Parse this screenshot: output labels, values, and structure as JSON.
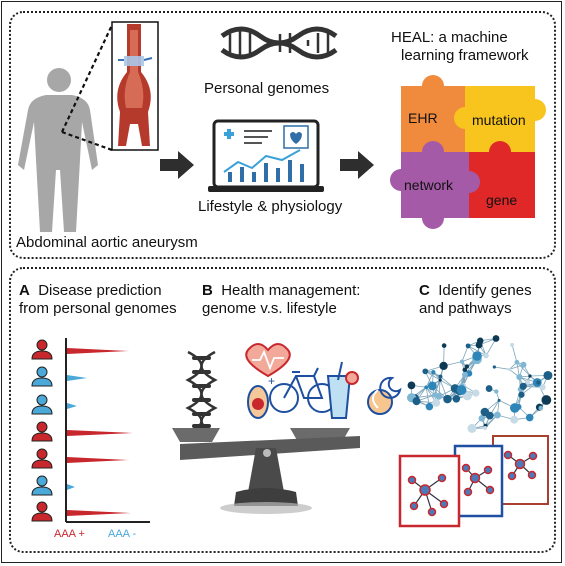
{
  "top": {
    "aaa_label": "Abdominal aortic aneurysm",
    "genomes_label": "Personal genomes",
    "lifestyle_label": "Lifestyle & physiology",
    "heal_title_line1": "HEAL: a machine",
    "heal_title_line2": "learning framework",
    "puzzle": {
      "ehr": "EHR",
      "mutation": "mutation",
      "network": "network",
      "gene": "gene"
    }
  },
  "bottom": {
    "panel_a": {
      "letter": "A",
      "line1": "Disease prediction",
      "line2": "from personal genomes",
      "legend_pos": "AAA +",
      "legend_neg": "AAA -"
    },
    "panel_b": {
      "letter": "B",
      "line1": "Health management:",
      "line2": "genome v.s. lifestyle"
    },
    "panel_c": {
      "letter": "C",
      "line1": "Identify genes",
      "line2": "and pathways"
    }
  },
  "colors": {
    "positive_red": "#c8282d",
    "negative_blue": "#4aa9d8",
    "ehr_orange": "#f08a3c",
    "mutation_yellow": "#f7c51e",
    "network_purple": "#a45aa6",
    "gene_red": "#e02828",
    "arrow_dark": "#2e2e2e",
    "accent_blue": "#1e4fa0"
  }
}
